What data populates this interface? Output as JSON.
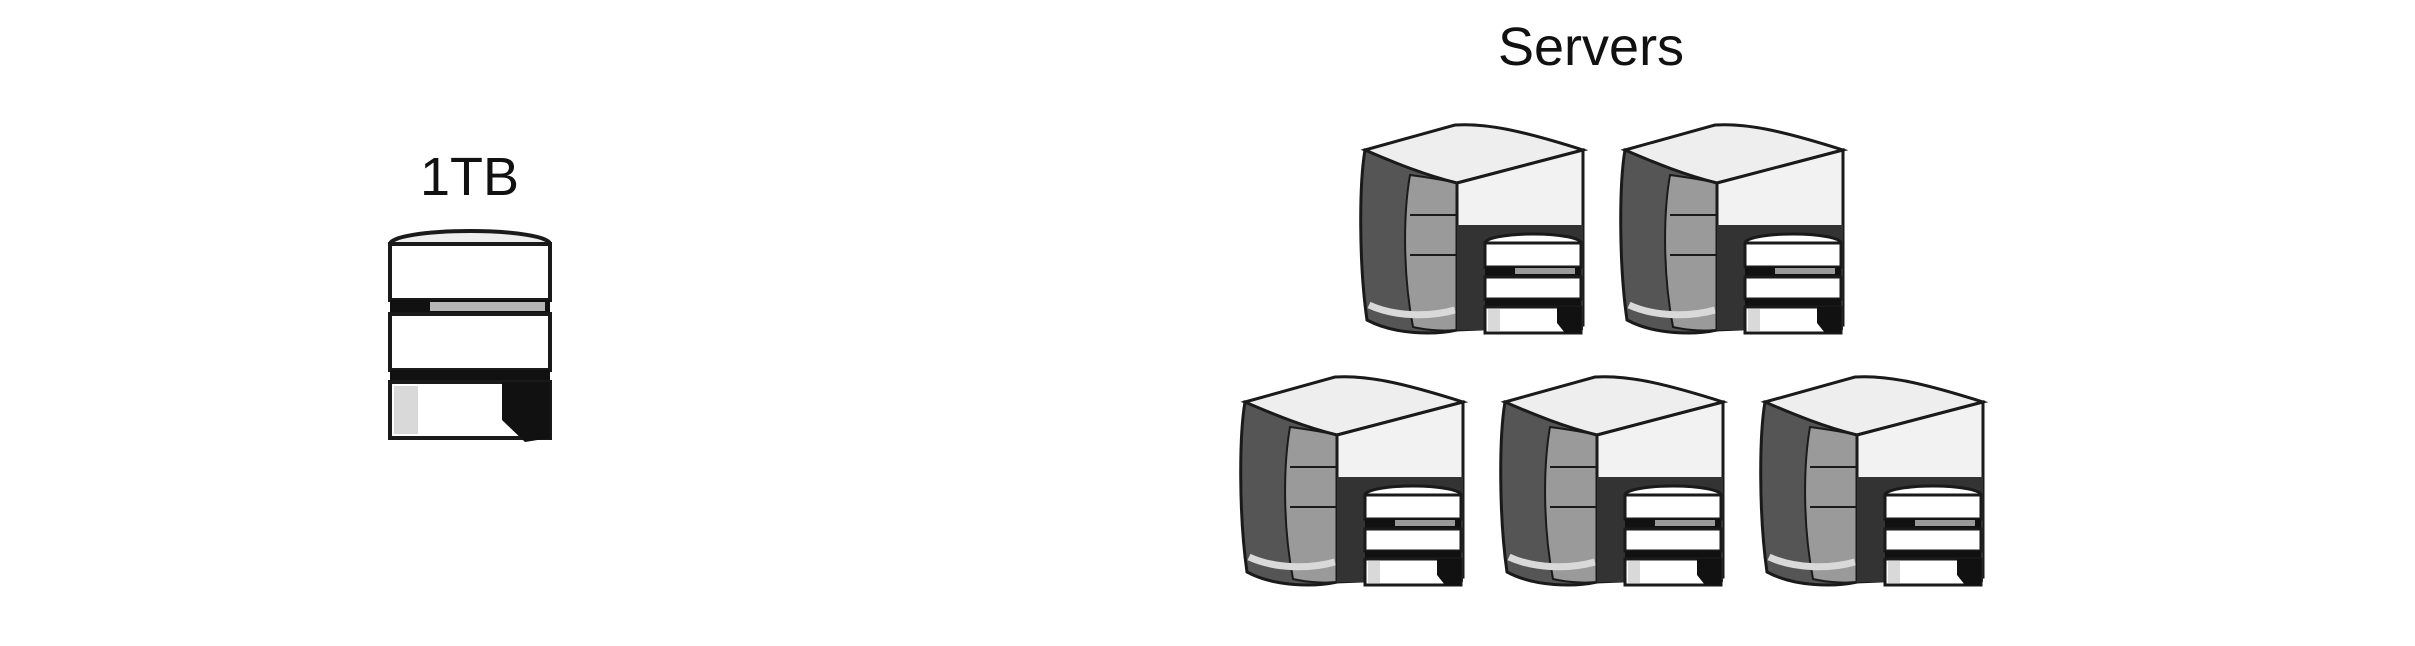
{
  "storage": {
    "label": "1TB",
    "icon": "database-icon"
  },
  "servers": {
    "label": "Servers",
    "icon": "server-icon",
    "count": 5,
    "rows": [
      2,
      3
    ]
  },
  "colors": {
    "outline": "#1a1a1a",
    "dark": "#555555",
    "mid": "#9a9a9a",
    "light": "#d9d9d9",
    "top": "#eeeeee",
    "white": "#ffffff",
    "black": "#111111"
  }
}
